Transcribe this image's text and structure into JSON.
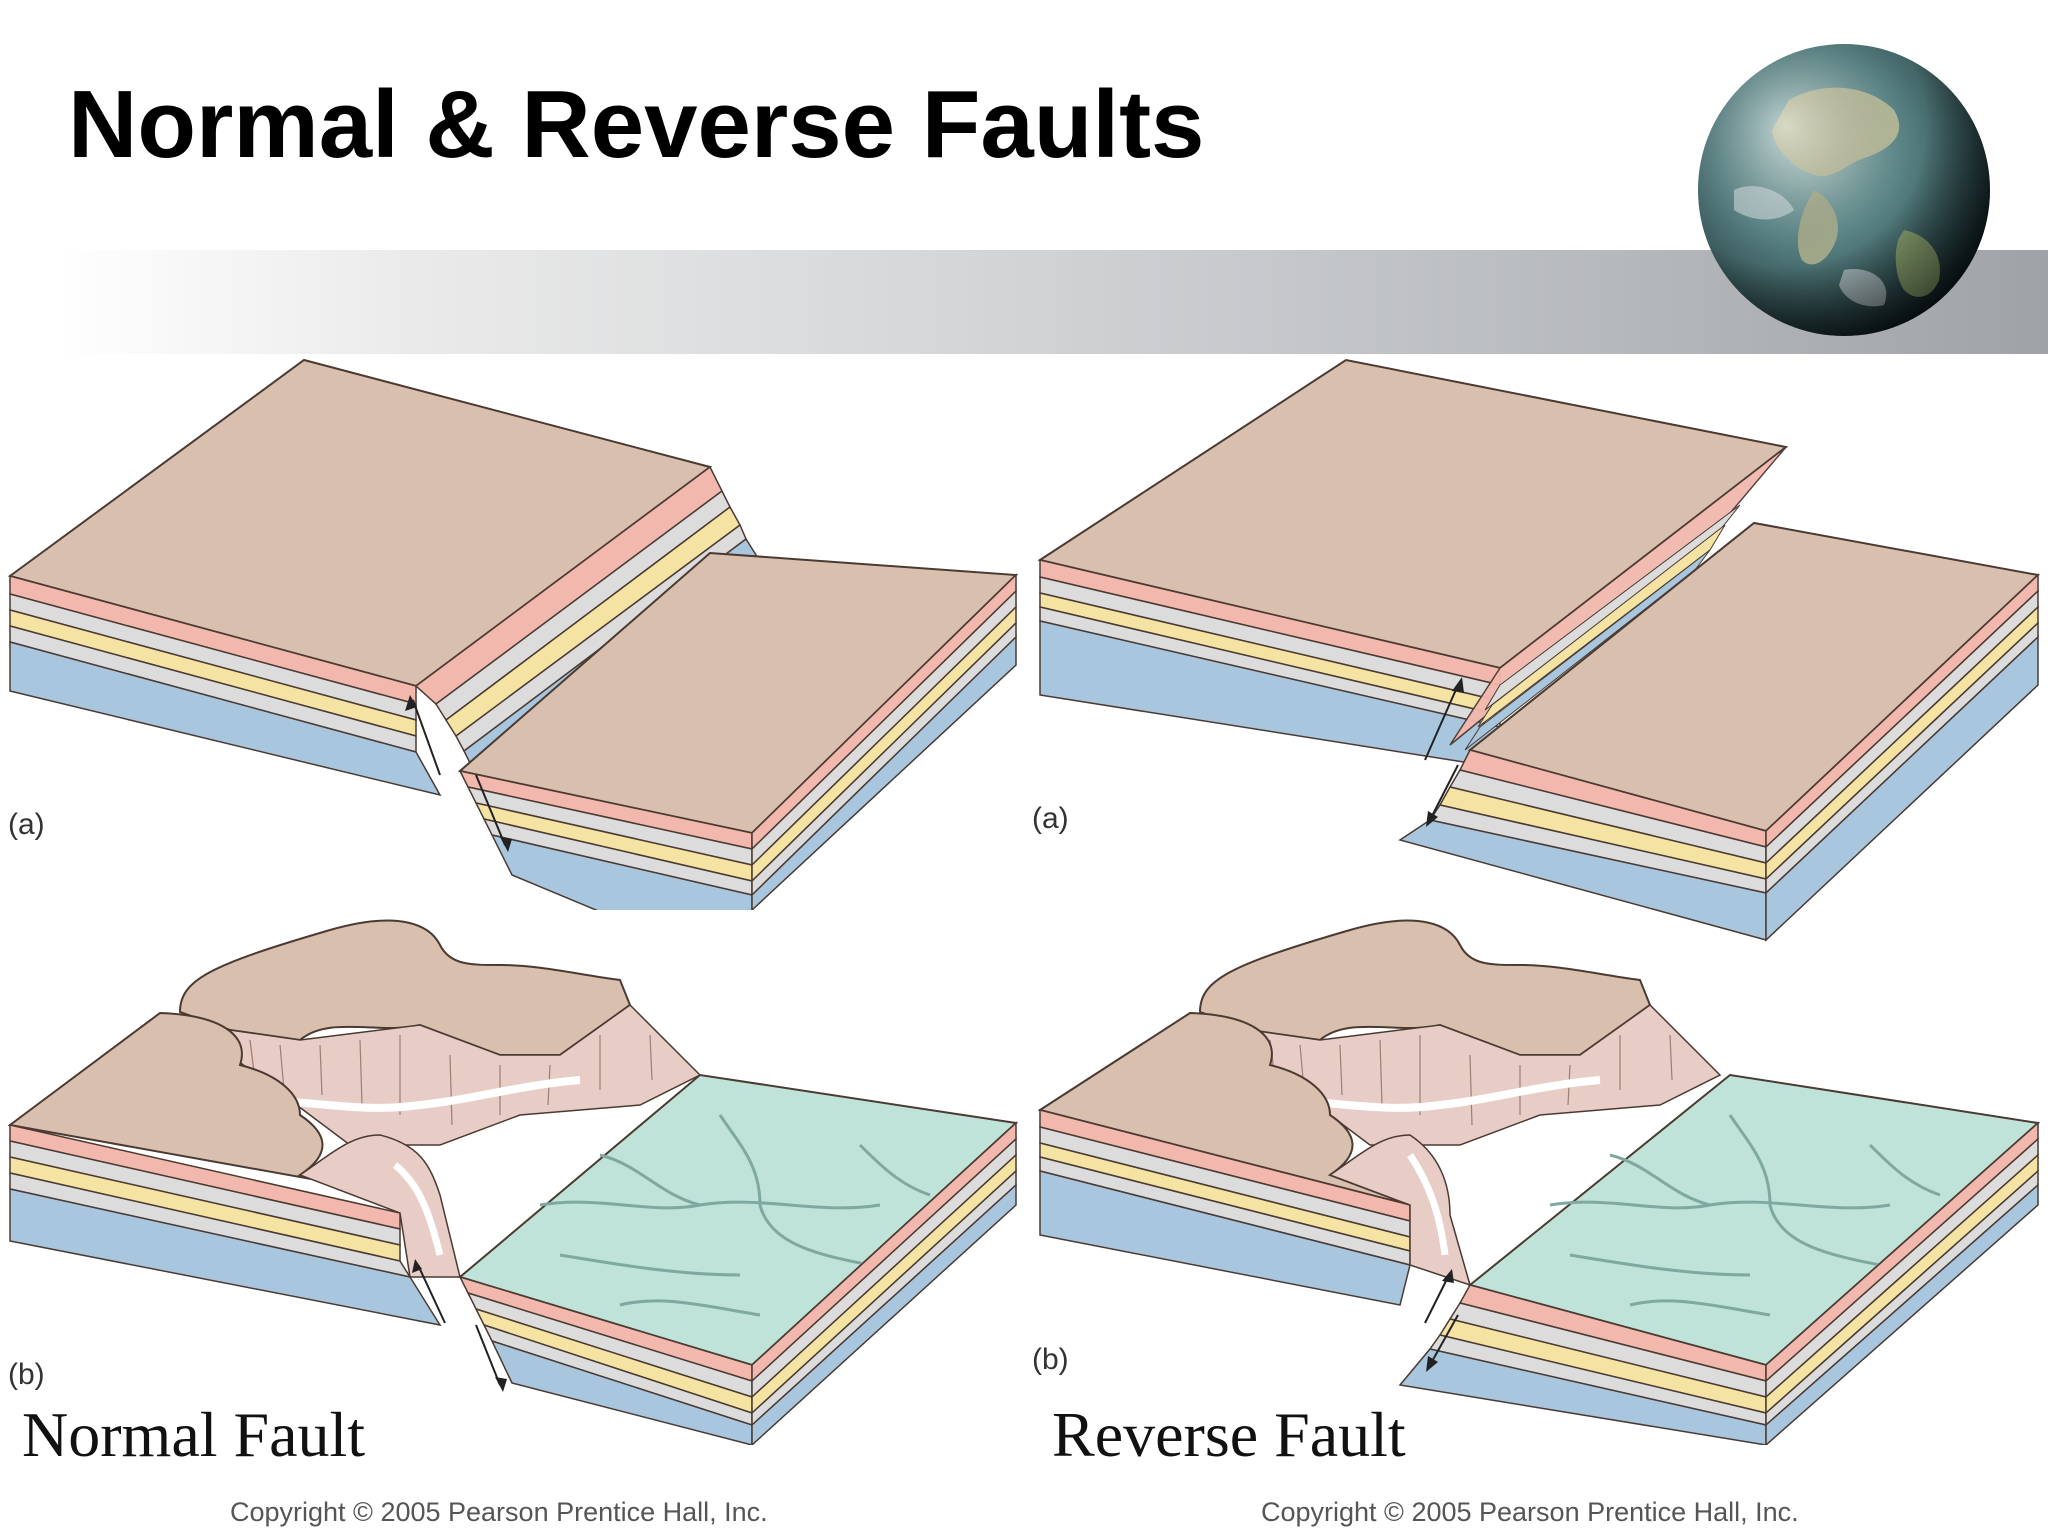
{
  "slide": {
    "title": "Normal & Reverse Faults"
  },
  "panels": {
    "normal_a_label": "(a)",
    "normal_b_label": "(b)",
    "reverse_a_label": "(a)",
    "reverse_b_label": "(b)"
  },
  "captions": {
    "normal": "Normal Fault",
    "reverse": "Reverse Fault"
  },
  "copyright": {
    "left": "Copyright © 2005 Pearson Prentice Hall, Inc.",
    "right": "Copyright © 2005 Pearson Prentice Hall, Inc."
  },
  "colors": {
    "top_surface": "#d9bfae",
    "layer_red": "#f2b8ad",
    "layer_gray": "#dcdcdc",
    "layer_yellow": "#f5e3a3",
    "layer_blue": "#a9c6df",
    "plain_green": "#bfe3d9",
    "river": "#7fa8a0"
  }
}
